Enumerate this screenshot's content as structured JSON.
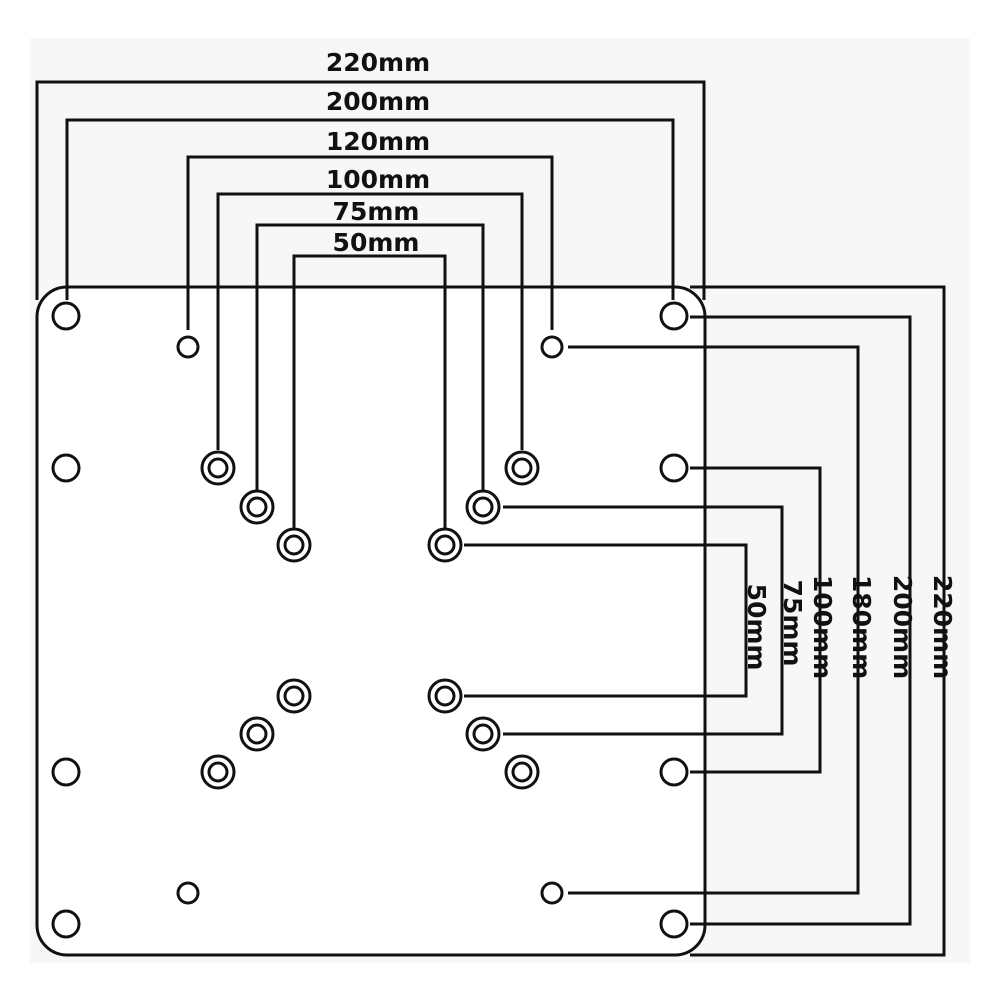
{
  "colors": {
    "line": "#111111",
    "background": "#ffffff",
    "panel": "#f7f7f7"
  },
  "horizontal_dimensions": [
    {
      "id": "h220",
      "label": "220mm"
    },
    {
      "id": "h200",
      "label": "200mm"
    },
    {
      "id": "h120",
      "label": "120mm"
    },
    {
      "id": "h100",
      "label": "100mm"
    },
    {
      "id": "h75",
      "label": "75mm"
    },
    {
      "id": "h50",
      "label": "50mm"
    }
  ],
  "vertical_dimensions": [
    {
      "id": "v50",
      "label": "50mm"
    },
    {
      "id": "v75",
      "label": "75mm"
    },
    {
      "id": "v100",
      "label": "100mm"
    },
    {
      "id": "v180",
      "label": "180mm"
    },
    {
      "id": "v200",
      "label": "200mm"
    },
    {
      "id": "v220",
      "label": "220mm"
    }
  ]
}
